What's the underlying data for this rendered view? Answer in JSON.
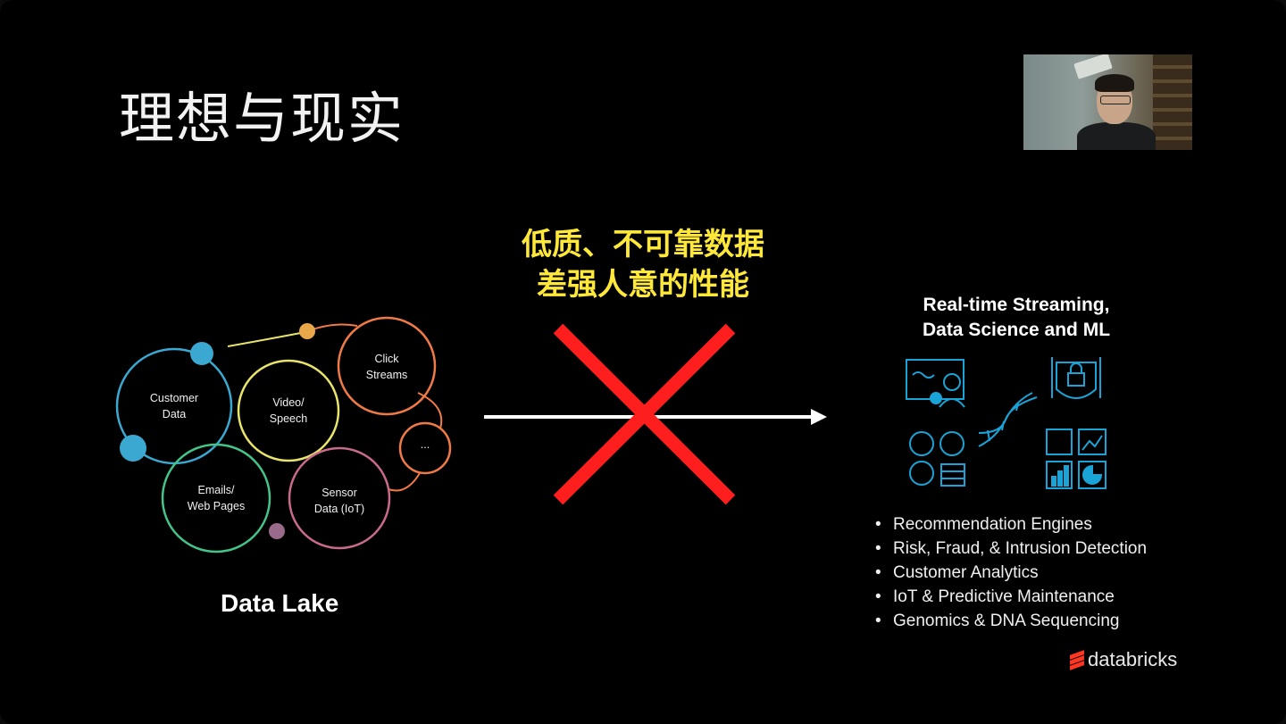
{
  "slide": {
    "title": "理想与现实",
    "callout": [
      "低质、不可靠数据",
      "差强人意的性能"
    ],
    "data_lake": {
      "label": "Data Lake",
      "bubbles": [
        {
          "id": "customer",
          "lines": [
            "Customer",
            "Data"
          ]
        },
        {
          "id": "video",
          "lines": [
            "Video/",
            "Speech"
          ]
        },
        {
          "id": "click",
          "lines": [
            "Click",
            "Streams"
          ]
        },
        {
          "id": "emails",
          "lines": [
            "Emails/",
            "Web Pages"
          ]
        },
        {
          "id": "sensor",
          "lines": [
            "Sensor",
            "Data (IoT)"
          ]
        },
        {
          "id": "more",
          "lines": [
            "..."
          ]
        }
      ]
    },
    "right_panel": {
      "title_line1": "Real-time Streaming,",
      "title_line2": "Data Science and  ML",
      "icons": [
        "analytics-dashboard-icon",
        "security-lock-icon",
        "dna-helix-icon",
        "people-data-icon",
        "charts-grid-icon"
      ],
      "use_cases": [
        "Recommendation Engines",
        "Risk, Fraud, & Intrusion Detection",
        "Customer Analytics",
        "IoT & Predictive Maintenance",
        "Genomics & DNA Sequencing"
      ]
    },
    "brand": "databricks",
    "colors": {
      "callout": "#ffe83a",
      "cross": "#ff1e1e",
      "icons": "#1aa3d6",
      "bubble_teal": "#3aa8d0",
      "bubble_yellow": "#e8e46a",
      "bubble_orange": "#f07a45",
      "bubble_green": "#44c48a",
      "bubble_pink": "#c86a8a"
    }
  }
}
